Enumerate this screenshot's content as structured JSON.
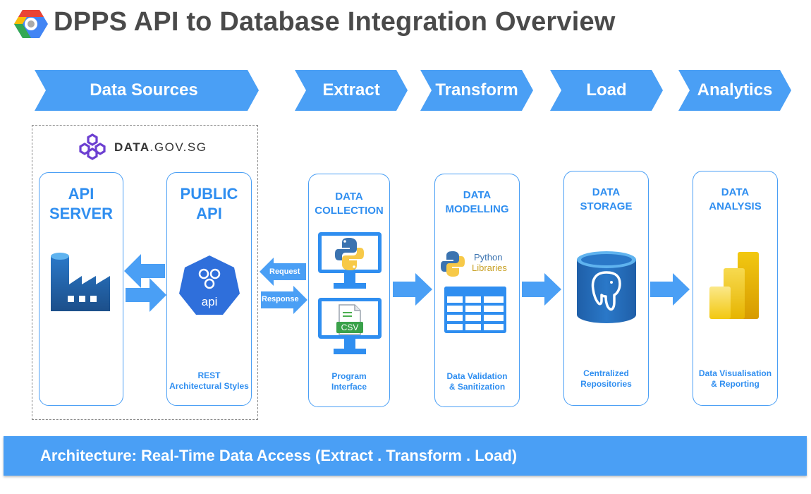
{
  "title": "DPPS API to Database Integration Overview",
  "stages": [
    "Data Sources",
    "Extract",
    "Transform",
    "Load",
    "Analytics"
  ],
  "logo": {
    "bold": "DATA",
    "rest": ".GOV.SG"
  },
  "cards": {
    "api_server": {
      "line1": "API",
      "line2": "SERVER"
    },
    "public_api": {
      "line1": "PUBLIC",
      "line2": "API",
      "icon_text": "api",
      "foot1": "REST",
      "foot2": "Architectural Styles"
    },
    "data_collection": {
      "line1": "DATA",
      "line2": "COLLECTION",
      "csv": "CSV",
      "foot1": "Program",
      "foot2": "Interface"
    },
    "data_modelling": {
      "line1": "DATA",
      "line2": "MODELLING",
      "python1": "Python",
      "python2": "Libraries",
      "foot1": "Data Validation",
      "foot2": "& Sanitization"
    },
    "data_storage": {
      "line1": "DATA",
      "line2": "STORAGE",
      "foot1": "Centralized",
      "foot2": "Repositories"
    },
    "data_analysis": {
      "line1": "DATA",
      "line2": "ANALYSIS",
      "foot1": "Data Visualisation",
      "foot2": "& Reporting"
    }
  },
  "arrows": {
    "request": "Request",
    "response": "Response"
  },
  "footer": "Architecture: Real-Time Data Access (Extract . Transform . Load)",
  "colors": {
    "accent": "#4a9ff5",
    "title_text": "#4a4a4a",
    "card_text": "#2f8ef0",
    "powerbi": "#f2c811",
    "postgres": "#2a6db5"
  },
  "icons": [
    "google-cloud-icon",
    "factory-icon",
    "kubernetes-api-icon",
    "python-monitor-icon",
    "csv-monitor-icon",
    "python-libraries-icon",
    "table-icon",
    "postgresql-icon",
    "power-bi-icon"
  ]
}
